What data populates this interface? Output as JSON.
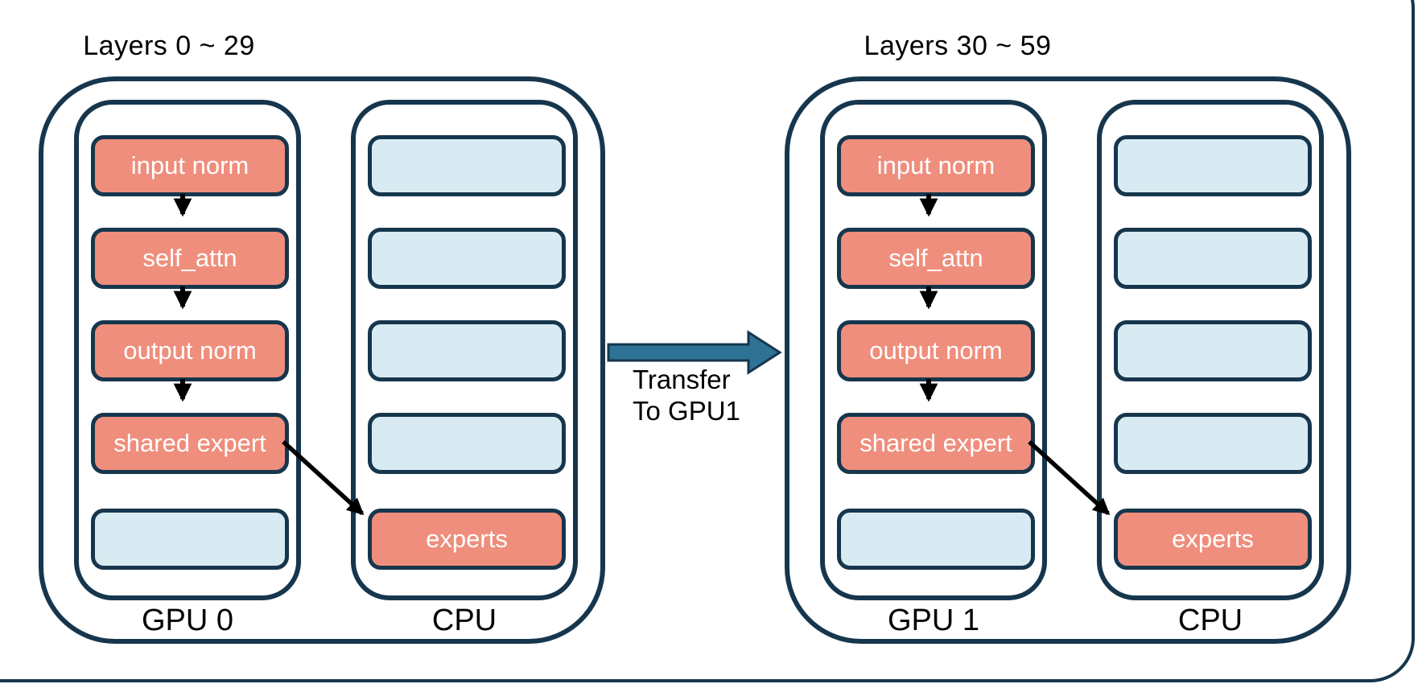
{
  "colors": {
    "navy": "#16364D",
    "salmon": "#EF8E7C",
    "lightblue": "#D8EBF2",
    "arrow": "#2E7295",
    "text_light": "#FFFFFF",
    "text_dark": "#000000"
  },
  "transfer": {
    "line1": "Transfer",
    "line2": "To GPU1"
  },
  "groups": [
    {
      "title": "Layers 0 ~ 29",
      "gpu": {
        "label": "GPU 0",
        "blocks": [
          {
            "label": "input norm"
          },
          {
            "label": "self_attn"
          },
          {
            "label": "output norm"
          },
          {
            "label": "shared expert"
          },
          {
            "label": ""
          }
        ]
      },
      "cpu": {
        "label": "CPU",
        "blocks": [
          {
            "label": ""
          },
          {
            "label": ""
          },
          {
            "label": ""
          },
          {
            "label": ""
          },
          {
            "label": "experts"
          }
        ]
      }
    },
    {
      "title": "Layers 30 ~ 59",
      "gpu": {
        "label": "GPU 1",
        "blocks": [
          {
            "label": "input norm"
          },
          {
            "label": "self_attn"
          },
          {
            "label": "output norm"
          },
          {
            "label": "shared expert"
          },
          {
            "label": ""
          }
        ]
      },
      "cpu": {
        "label": "CPU",
        "blocks": [
          {
            "label": ""
          },
          {
            "label": ""
          },
          {
            "label": ""
          },
          {
            "label": ""
          },
          {
            "label": "experts"
          }
        ]
      }
    }
  ]
}
